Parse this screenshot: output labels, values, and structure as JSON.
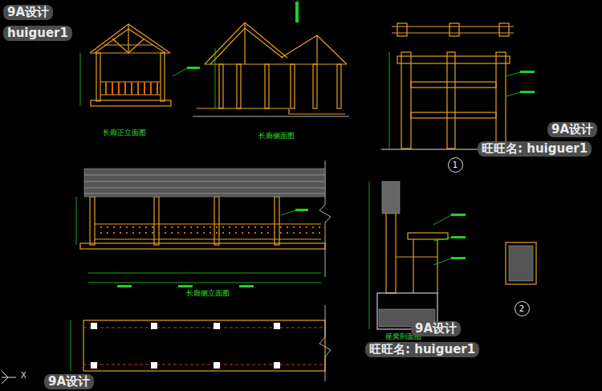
{
  "diagram": {
    "nodes": [
      {
        "text": [
          "1"
        ]
      },
      {
        "text": [
          "2"
        ]
      }
    ],
    "labels": [
      "长廊正立面图",
      "长廊侧面图",
      "长廊侧立面图",
      "座凳剖面图",
      "9A设计",
      "huiguer1",
      "9A设计",
      "旺旺名: huiguer1",
      "9A设计",
      "旺旺名: huiguer1",
      "9A设计",
      "X"
    ]
  }
}
